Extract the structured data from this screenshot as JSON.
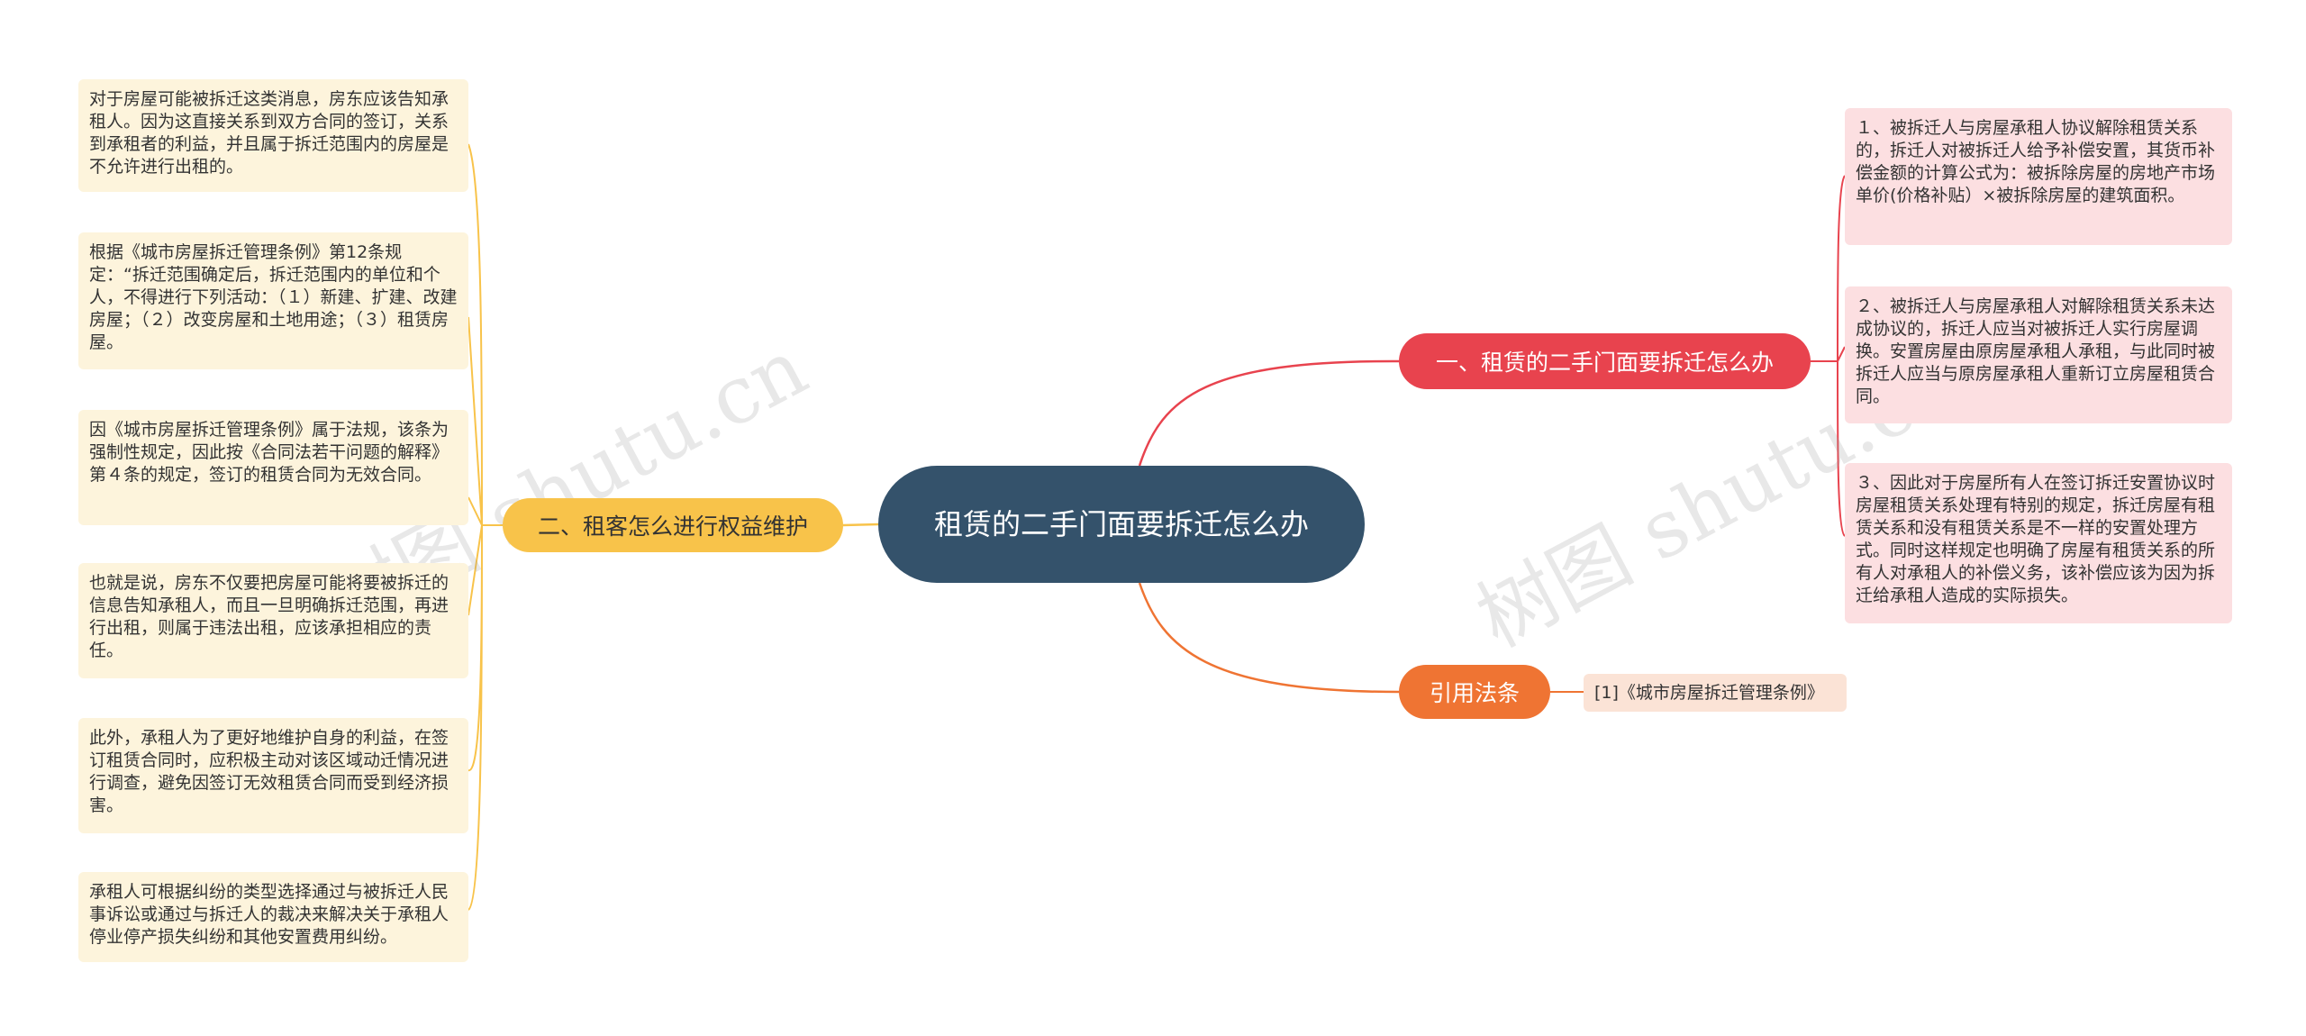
{
  "colors": {
    "root_bg": "#34526b",
    "branch_1": "#e8434e",
    "branch_2": "#f8c34a",
    "branch_3": "#ef7433",
    "leaf_yellow": "#fdf4dc",
    "leaf_red": "#fcdfe1",
    "leaf_orange": "#fbe3d6"
  },
  "root": {
    "title": "租赁的二手门面要拆迁怎么办"
  },
  "branches": {
    "b1": {
      "label": "一、租赁的二手门面要拆迁怎么办",
      "leaves": [
        "１、被拆迁人与房屋承租人协议解除租赁关系的，拆迁人对被拆迁人给予补偿安置，其货币补偿金额的计算公式为：被拆除房屋的房地产市场单价(价格补贴）×被拆除房屋的建筑面积。",
        "２、被拆迁人与房屋承租人对解除租赁关系未达成协议的，拆迁人应当对被拆迁人实行房屋调换。安置房屋由原房屋承租人承租，与此同时被拆迁人应当与原房屋承租人重新订立房屋租赁合同。",
        "３、因此对于房屋所有人在签订拆迁安置协议时房屋租赁关系处理有特别的规定，拆迁房屋有租赁关系和没有租赁关系是不一样的安置处理方式。同时这样规定也明确了房屋有租赁关系的所有人对承租人的补偿义务，该补偿应该为因为拆迁给承租人造成的实际损失。"
      ]
    },
    "b2": {
      "label": "二、租客怎么进行权益维护",
      "leaves": [
        "对于房屋可能被拆迁这类消息，房东应该告知承租人。因为这直接关系到双方合同的签订，关系到承租者的利益，并且属于拆迁范围内的房屋是不允许进行出租的。",
        "根据《城市房屋拆迁管理条例》第12条规定：“拆迁范围确定后，拆迁范围内的单位和个人，不得进行下列活动：（１）新建、扩建、改建房屋；（２）改变房屋和土地用途；（３）租赁房屋。",
        "因《城市房屋拆迁管理条例》属于法规，该条为强制性规定，因此按《合同法若干问题的解释》第４条的规定，签订的租赁合同为无效合同。",
        "也就是说，房东不仅要把房屋可能将要被拆迁的信息告知承租人，而且一旦明确拆迁范围，再进行出租，则属于违法出租，应该承担相应的责任。",
        "此外，承租人为了更好地维护自身的利益，在签订租赁合同时，应积极主动对该区域动迁情况进行调查，避免因签订无效租赁合同而受到经济损害。",
        "承租人可根据纠纷的类型选择通过与被拆迁人民事诉讼或通过与拆迁人的裁决来解决关于承租人停业停产损失纠纷和其他安置费用纠纷。"
      ]
    },
    "b3": {
      "label": "引用法条",
      "leaves": [
        "[1]《城市房屋拆迁管理条例》"
      ]
    }
  },
  "watermarks": [
    "树图 shutu.cn",
    "树图 shutu.cn"
  ]
}
